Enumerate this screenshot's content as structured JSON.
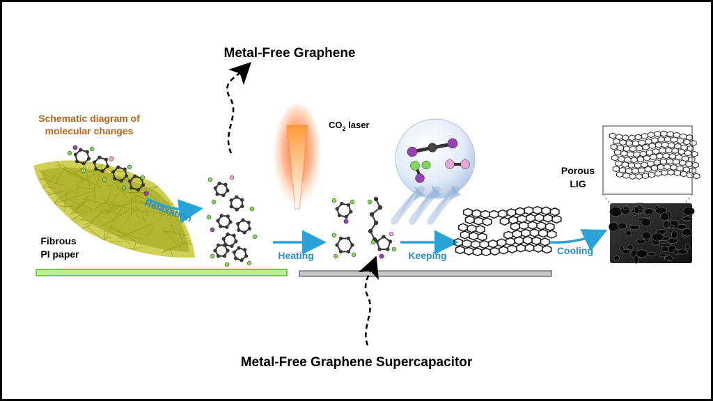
{
  "title_top": "Metal-Free Graphene",
  "title_bottom": "Metal-Free Graphene Supercapacitor",
  "schematic_caption_line1": "Schematic diagram of",
  "schematic_caption_line2": "molecular changes",
  "fibrous_line1": "Fibrous",
  "fibrous_line2": "PI paper",
  "relaxation_label": "Relaxation",
  "laser_label": "CO",
  "laser_sub": "2",
  "laser_word": " laser",
  "heating_label": "Heating",
  "keeping_label": "Keeping",
  "cooling_label": "Cooling",
  "porous_line1": "Porous",
  "porous_line2": "LIG",
  "colors": {
    "caption_brown": "#b5651d",
    "arrow_blue": "#2aa3d6",
    "label_blue": "#2a8fc9",
    "substrate_green": "#7ed957",
    "substrate_gray": "#c0c0c0",
    "carbon": "#3a3a3a",
    "fluorine": "#7ed957",
    "nitrogen": "#9b3fb5",
    "boron": "#e8a6d8",
    "laser_orange": "#ff7a2a"
  }
}
